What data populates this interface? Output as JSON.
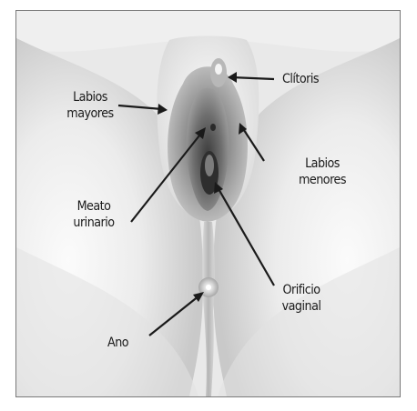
{
  "labels": {
    "clitoris": "Clítoris",
    "labios_mayores": [
      "Labios",
      "mayores"
    ],
    "labios_menores": [
      "Labios",
      "menores"
    ],
    "meato_urinario": [
      "Meato",
      "urinario"
    ],
    "orificio_vaginal": [
      "Orificio",
      "vaginal"
    ],
    "ano": "Ano"
  },
  "colors": {
    "frame_border": "#7a7a7a",
    "label_text": "#1a1a1a",
    "arrow": "#1a1a1a",
    "skin_light": "#f2f2f2",
    "skin_shadow": "#8a8a8a",
    "tissue_dark": "#6a6a6a"
  }
}
